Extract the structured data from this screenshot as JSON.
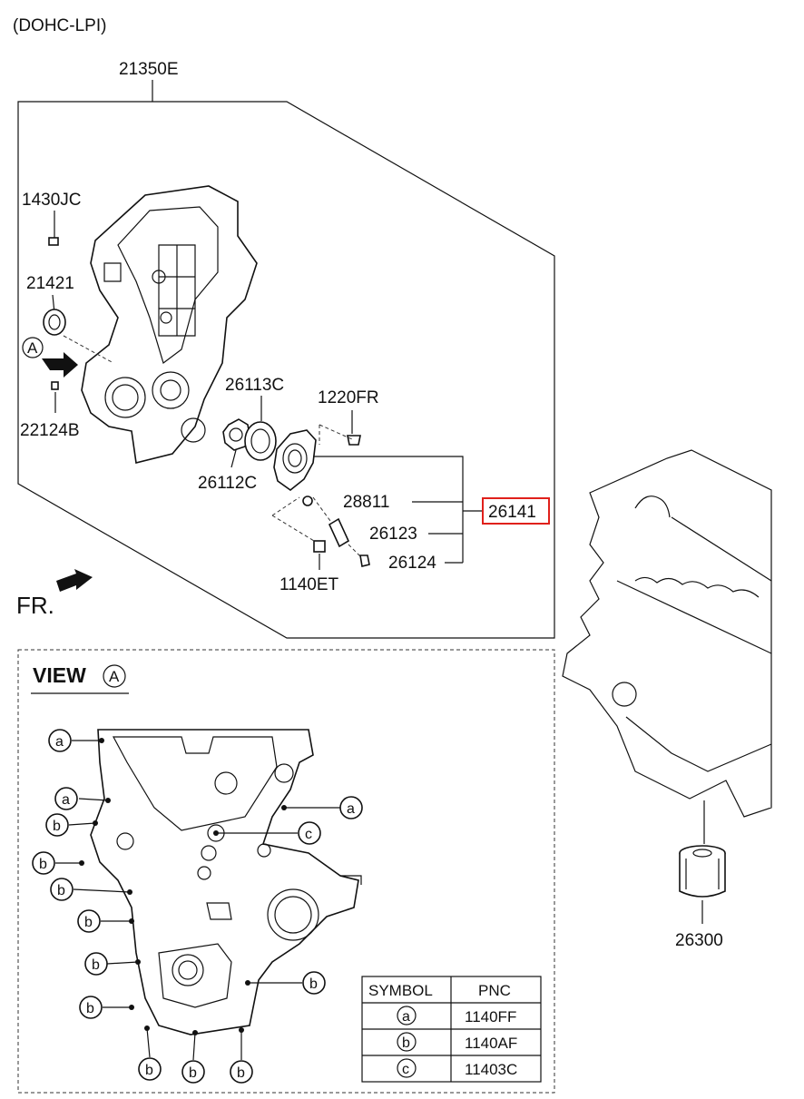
{
  "variant_label": "(DOHC-LPI)",
  "assembly_label": "21350E",
  "parts": {
    "p1430JC": "1430JC",
    "p21421": "21421",
    "p22124B": "22124B",
    "p26113C": "26113C",
    "p26112C": "26112C",
    "p1220FR": "1220FR",
    "p28811": "28811",
    "p26123": "26123",
    "p26124": "26124",
    "p1140ET": "1140ET",
    "p26141": "26141",
    "p26300": "26300"
  },
  "view_marker": "A",
  "front_label": "FR.",
  "view_title": "VIEW",
  "callouts": {
    "a": "a",
    "b": "b",
    "c": "c"
  },
  "legend": {
    "headers": [
      "SYMBOL",
      "PNC"
    ],
    "rows": [
      {
        "symbol": "a",
        "pnc": "1140FF"
      },
      {
        "symbol": "b",
        "pnc": "1140AF"
      },
      {
        "symbol": "c",
        "pnc": "11403C"
      }
    ]
  },
  "colors": {
    "highlight": "#e0201b",
    "line": "#111111"
  }
}
